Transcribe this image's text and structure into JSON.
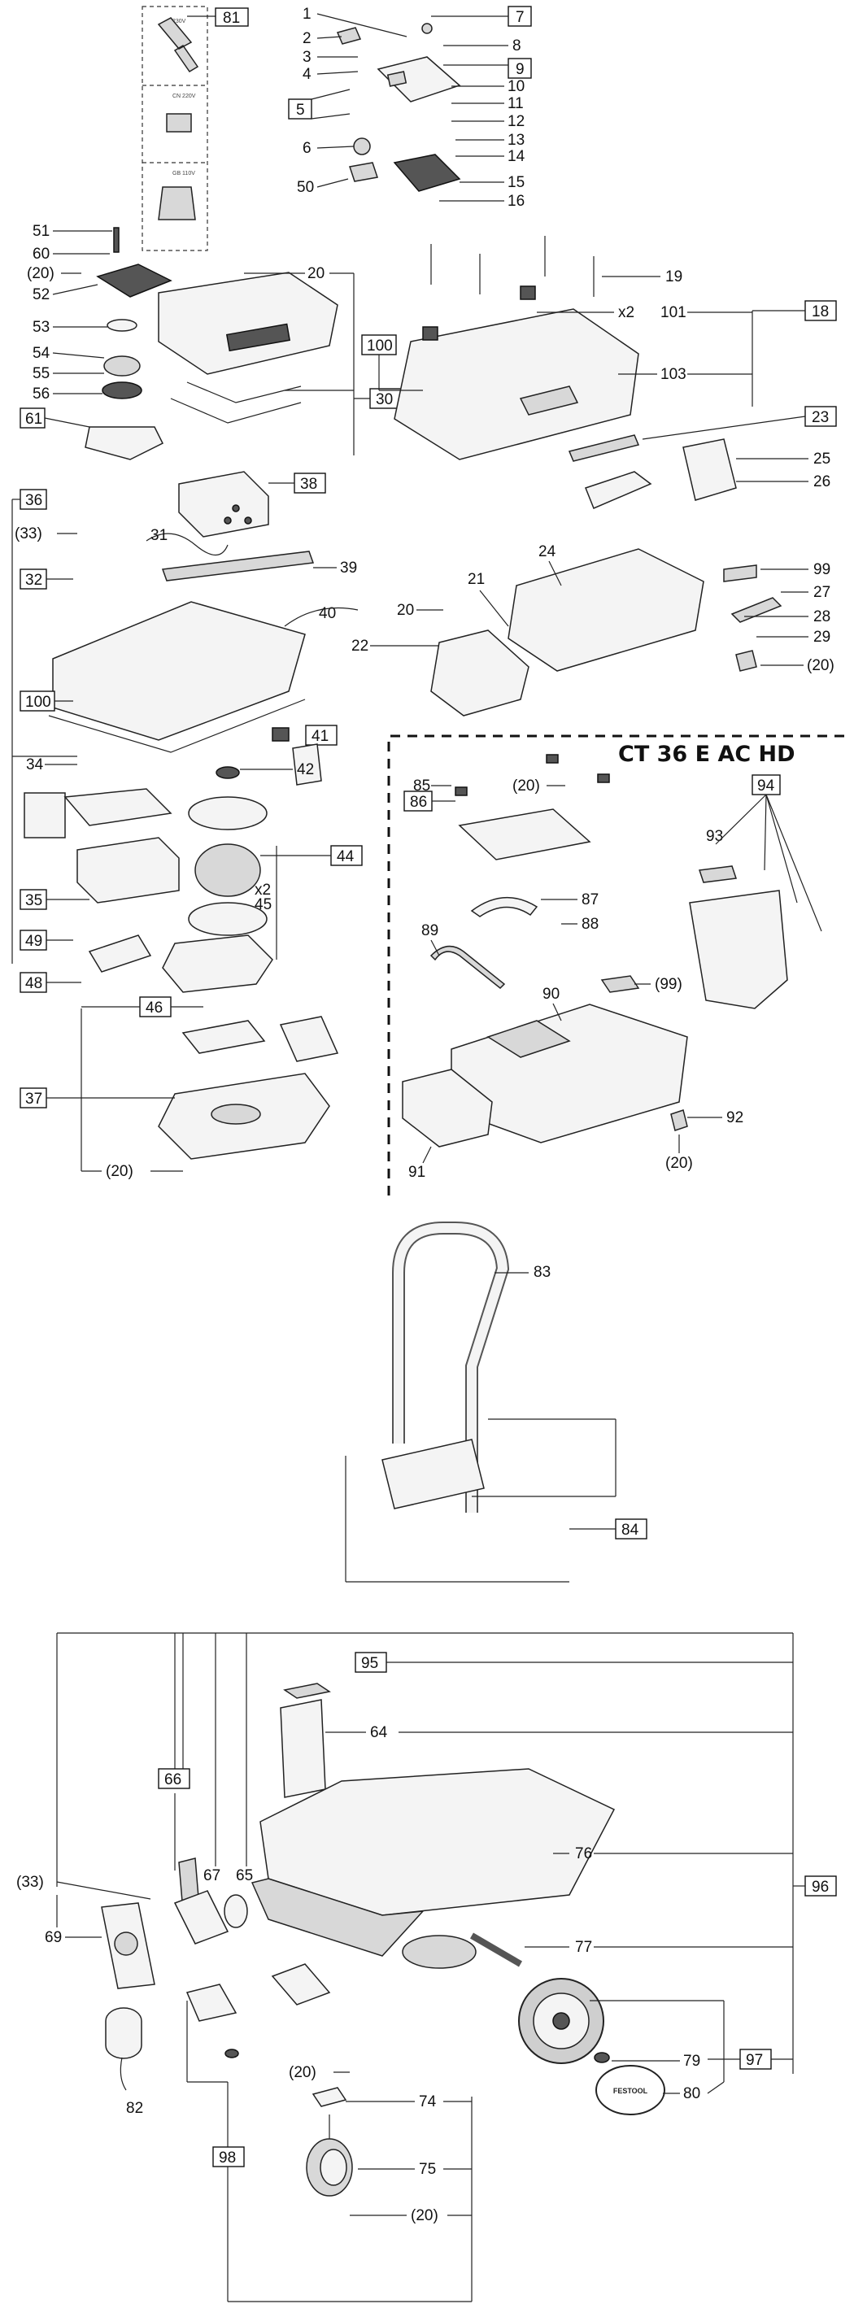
{
  "title": "CT 36 E AC HD",
  "callouts": {
    "c1": "1",
    "c2": "2",
    "c3": "3",
    "c4": "4",
    "c6": "6",
    "c8": "8",
    "c10": "10",
    "c11": "11",
    "c12": "12",
    "c13": "13",
    "c14": "14",
    "c15": "15",
    "c16": "16",
    "c19": "19",
    "c20a": "20",
    "c20b": "20",
    "c20c": "(20)",
    "c20d": "(20)",
    "c20e": "(20)",
    "c20f": "(20)",
    "c20g": "(20)",
    "c20h": "(20)",
    "c20i": "(20)",
    "c21": "21",
    "c22": "22",
    "c24": "24",
    "c25": "25",
    "c26": "26",
    "c27": "27",
    "c28": "28",
    "c29": "29",
    "c31": "31",
    "c33a": "(33)",
    "c33b": "(33)",
    "c34": "34",
    "c39": "39",
    "c40": "40",
    "c42": "42",
    "c45": "45",
    "c50": "50",
    "c51": "51",
    "c52": "52",
    "c53": "53",
    "c54": "54",
    "c55": "55",
    "c56": "56",
    "c60": "60",
    "c64": "64",
    "c65": "65",
    "c67": "67",
    "c69": "69",
    "c74": "74",
    "c75": "75",
    "c76": "76",
    "c77": "77",
    "c79": "79",
    "c80": "80",
    "c82": "82",
    "c83": "83",
    "c85": "85",
    "c87": "87",
    "c88": "88",
    "c89": "89",
    "c90": "90",
    "c91": "91",
    "c92": "92",
    "c93": "93",
    "c99a": "99",
    "c99b": "(99)",
    "c101": "101",
    "c103": "103",
    "x2a": "x2",
    "x2b": "x2"
  },
  "boxed": {
    "b5": "5",
    "b7": "7",
    "b9": "9",
    "b18": "18",
    "b23": "23",
    "b30": "30",
    "b32": "32",
    "b35": "35",
    "b36": "36",
    "b37": "37",
    "b38": "38",
    "b41": "41",
    "b44": "44",
    "b46": "46",
    "b48": "48",
    "b49": "49",
    "b61": "61",
    "b66": "66",
    "b81": "81",
    "b84": "84",
    "b86": "86",
    "b94": "94",
    "b95": "95",
    "b96": "96",
    "b97": "97",
    "b98": "98",
    "b100a": "100",
    "b100b": "100"
  },
  "tiny_text": {
    "v230": "230V",
    "v220": "CN 220V",
    "v110": "GB 110V"
  },
  "brand": "FESTOOL"
}
